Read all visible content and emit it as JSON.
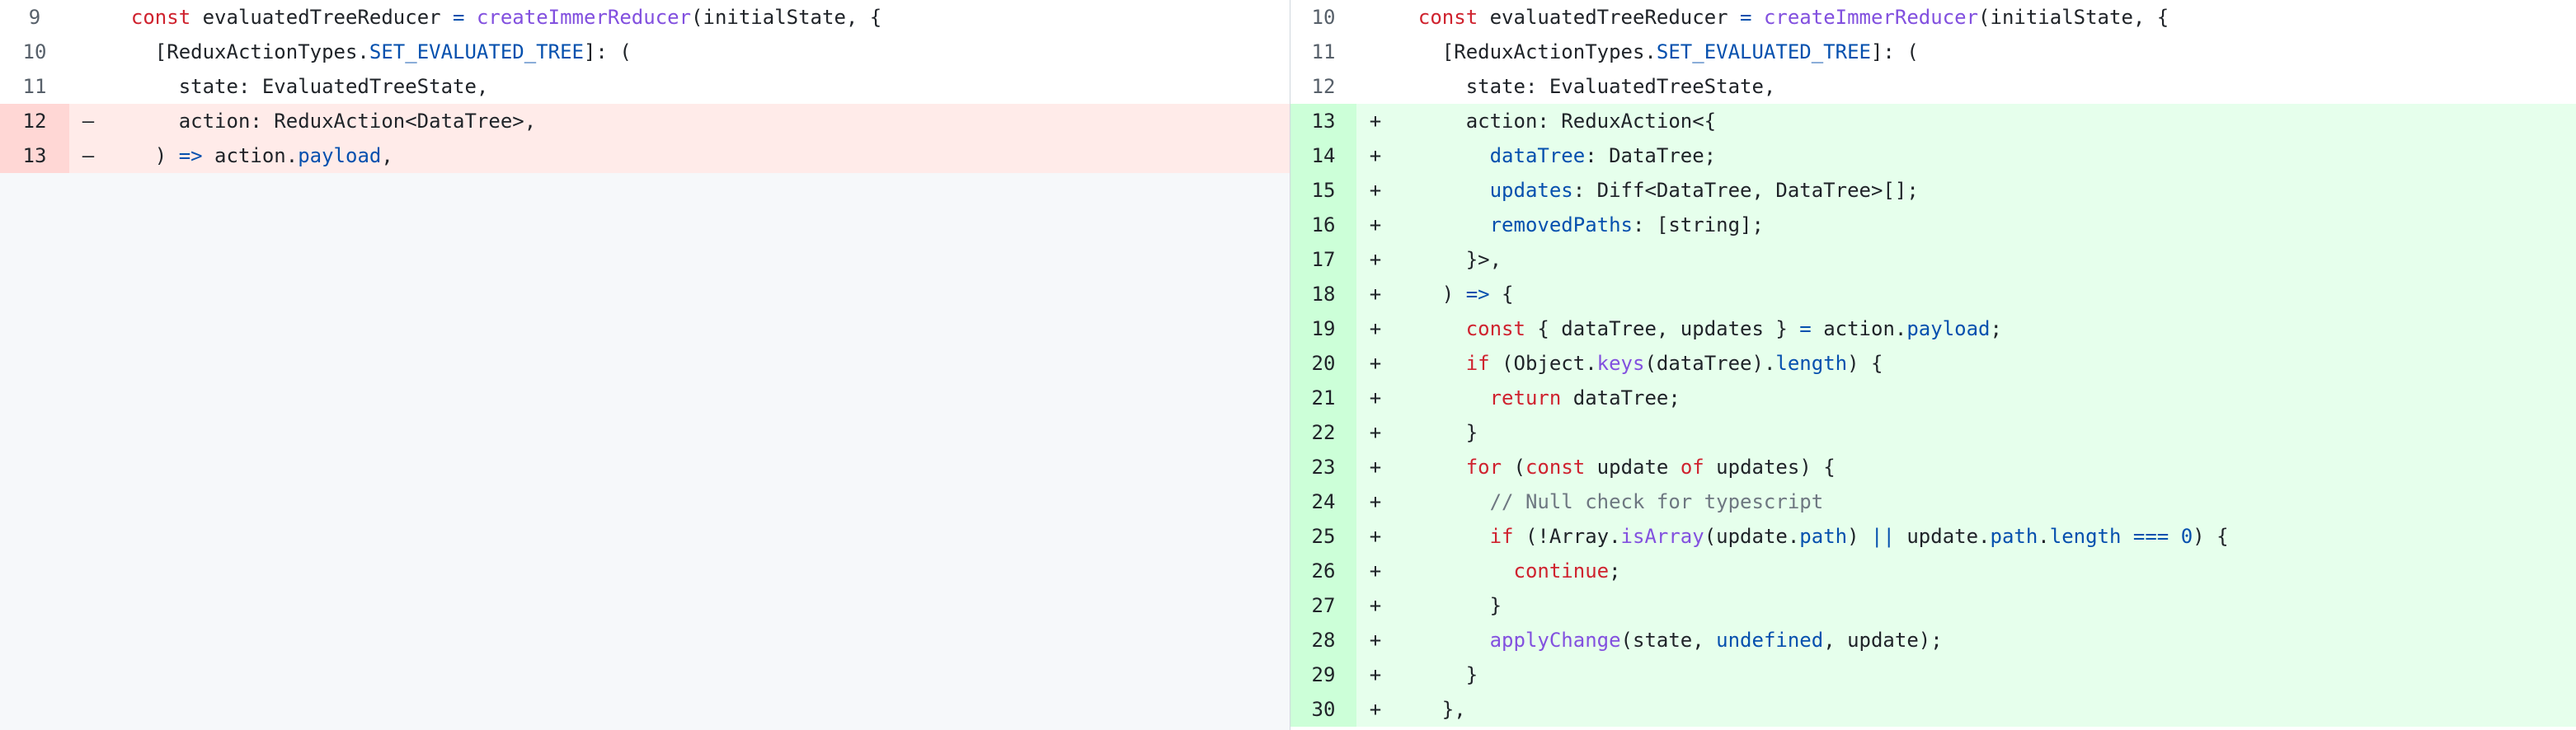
{
  "diff": {
    "left": {
      "lines": [
        {
          "num": "9",
          "marker": "",
          "type": "context",
          "tokens": [
            [
              "p",
              "  "
            ],
            [
              "k",
              "const"
            ],
            [
              "p",
              " evaluatedTreeReducer "
            ],
            [
              "c",
              "="
            ],
            [
              "p",
              " "
            ],
            [
              "f",
              "createImmerReducer"
            ],
            [
              "p",
              "(initialState, {"
            ]
          ]
        },
        {
          "num": "10",
          "marker": "",
          "type": "context",
          "tokens": [
            [
              "p",
              "    [ReduxActionTypes."
            ],
            [
              "c",
              "SET_EVALUATED_TREE"
            ],
            [
              "p",
              "]: ("
            ]
          ]
        },
        {
          "num": "11",
          "marker": "",
          "type": "context",
          "tokens": [
            [
              "p",
              "      state: EvaluatedTreeState,"
            ]
          ]
        },
        {
          "num": "12",
          "marker": "–",
          "type": "del",
          "tokens": [
            [
              "p",
              "      action: ReduxAction<DataTree>,"
            ]
          ]
        },
        {
          "num": "13",
          "marker": "–",
          "type": "del",
          "tokens": [
            [
              "p",
              "    ) "
            ],
            [
              "c",
              "=>"
            ],
            [
              "p",
              " action."
            ],
            [
              "c",
              "payload"
            ],
            [
              "p",
              ","
            ]
          ]
        }
      ]
    },
    "right": {
      "lines": [
        {
          "num": "10",
          "marker": "",
          "type": "context",
          "tokens": [
            [
              "p",
              "  "
            ],
            [
              "k",
              "const"
            ],
            [
              "p",
              " evaluatedTreeReducer "
            ],
            [
              "c",
              "="
            ],
            [
              "p",
              " "
            ],
            [
              "f",
              "createImmerReducer"
            ],
            [
              "p",
              "(initialState, {"
            ]
          ]
        },
        {
          "num": "11",
          "marker": "",
          "type": "context",
          "tokens": [
            [
              "p",
              "    [ReduxActionTypes."
            ],
            [
              "c",
              "SET_EVALUATED_TREE"
            ],
            [
              "p",
              "]: ("
            ]
          ]
        },
        {
          "num": "12",
          "marker": "",
          "type": "context",
          "tokens": [
            [
              "p",
              "      state: EvaluatedTreeState,"
            ]
          ]
        },
        {
          "num": "13",
          "marker": "+",
          "type": "add",
          "tokens": [
            [
              "p",
              "      action: ReduxAction<{"
            ]
          ]
        },
        {
          "num": "14",
          "marker": "+",
          "type": "add",
          "tokens": [
            [
              "p",
              "        "
            ],
            [
              "c",
              "dataTree"
            ],
            [
              "p",
              ": DataTree;"
            ]
          ]
        },
        {
          "num": "15",
          "marker": "+",
          "type": "add",
          "tokens": [
            [
              "p",
              "        "
            ],
            [
              "c",
              "updates"
            ],
            [
              "p",
              ": Diff<DataTree, DataTree>[];"
            ]
          ]
        },
        {
          "num": "16",
          "marker": "+",
          "type": "add",
          "tokens": [
            [
              "p",
              "        "
            ],
            [
              "c",
              "removedPaths"
            ],
            [
              "p",
              ": [string];"
            ]
          ]
        },
        {
          "num": "17",
          "marker": "+",
          "type": "add",
          "tokens": [
            [
              "p",
              "      }>,"
            ]
          ]
        },
        {
          "num": "18",
          "marker": "+",
          "type": "add",
          "tokens": [
            [
              "p",
              "    ) "
            ],
            [
              "c",
              "=>"
            ],
            [
              "p",
              " {"
            ]
          ]
        },
        {
          "num": "19",
          "marker": "+",
          "type": "add",
          "tokens": [
            [
              "p",
              "      "
            ],
            [
              "k",
              "const"
            ],
            [
              "p",
              " { dataTree, updates } "
            ],
            [
              "c",
              "="
            ],
            [
              "p",
              " action."
            ],
            [
              "c",
              "payload"
            ],
            [
              "p",
              ";"
            ]
          ]
        },
        {
          "num": "20",
          "marker": "+",
          "type": "add",
          "tokens": [
            [
              "p",
              "      "
            ],
            [
              "k",
              "if"
            ],
            [
              "p",
              " (Object."
            ],
            [
              "f",
              "keys"
            ],
            [
              "p",
              "(dataTree)."
            ],
            [
              "c",
              "length"
            ],
            [
              "p",
              ") {"
            ]
          ]
        },
        {
          "num": "21",
          "marker": "+",
          "type": "add",
          "tokens": [
            [
              "p",
              "        "
            ],
            [
              "k",
              "return"
            ],
            [
              "p",
              " dataTree;"
            ]
          ]
        },
        {
          "num": "22",
          "marker": "+",
          "type": "add",
          "tokens": [
            [
              "p",
              "      }"
            ]
          ]
        },
        {
          "num": "23",
          "marker": "+",
          "type": "add",
          "tokens": [
            [
              "p",
              "      "
            ],
            [
              "k",
              "for"
            ],
            [
              "p",
              " ("
            ],
            [
              "k",
              "const"
            ],
            [
              "p",
              " update "
            ],
            [
              "k",
              "of"
            ],
            [
              "p",
              " updates) {"
            ]
          ]
        },
        {
          "num": "24",
          "marker": "+",
          "type": "add",
          "tokens": [
            [
              "p",
              "        "
            ],
            [
              "cm",
              "// Null check for typescript"
            ]
          ]
        },
        {
          "num": "25",
          "marker": "+",
          "type": "add",
          "tokens": [
            [
              "p",
              "        "
            ],
            [
              "k",
              "if"
            ],
            [
              "p",
              " (!Array."
            ],
            [
              "f",
              "isArray"
            ],
            [
              "p",
              "(update."
            ],
            [
              "c",
              "path"
            ],
            [
              "p",
              ") "
            ],
            [
              "c",
              "||"
            ],
            [
              "p",
              " update."
            ],
            [
              "c",
              "path"
            ],
            [
              "p",
              "."
            ],
            [
              "c",
              "length"
            ],
            [
              "p",
              " "
            ],
            [
              "c",
              "==="
            ],
            [
              "p",
              " "
            ],
            [
              "c",
              "0"
            ],
            [
              "p",
              ") {"
            ]
          ]
        },
        {
          "num": "26",
          "marker": "+",
          "type": "add",
          "tokens": [
            [
              "p",
              "          "
            ],
            [
              "k",
              "continue"
            ],
            [
              "p",
              ";"
            ]
          ]
        },
        {
          "num": "27",
          "marker": "+",
          "type": "add",
          "tokens": [
            [
              "p",
              "        }"
            ]
          ]
        },
        {
          "num": "28",
          "marker": "+",
          "type": "add",
          "tokens": [
            [
              "p",
              "        "
            ],
            [
              "f",
              "applyChange"
            ],
            [
              "p",
              "(state, "
            ],
            [
              "c",
              "undefined"
            ],
            [
              "p",
              ", update);"
            ]
          ]
        },
        {
          "num": "29",
          "marker": "+",
          "type": "add",
          "tokens": [
            [
              "p",
              "      }"
            ]
          ]
        },
        {
          "num": "30",
          "marker": "+",
          "type": "add",
          "tokens": [
            [
              "p",
              "    },"
            ]
          ]
        }
      ]
    }
  },
  "colors": {
    "deleted_bg": "#ffebe9",
    "deleted_gutter": "#ffd7d5",
    "added_bg": "#e6ffec",
    "added_gutter": "#ccffd8",
    "keyword": "#cf222e",
    "function": "#8250df",
    "constant": "#0550ae",
    "comment": "#6e7781"
  }
}
